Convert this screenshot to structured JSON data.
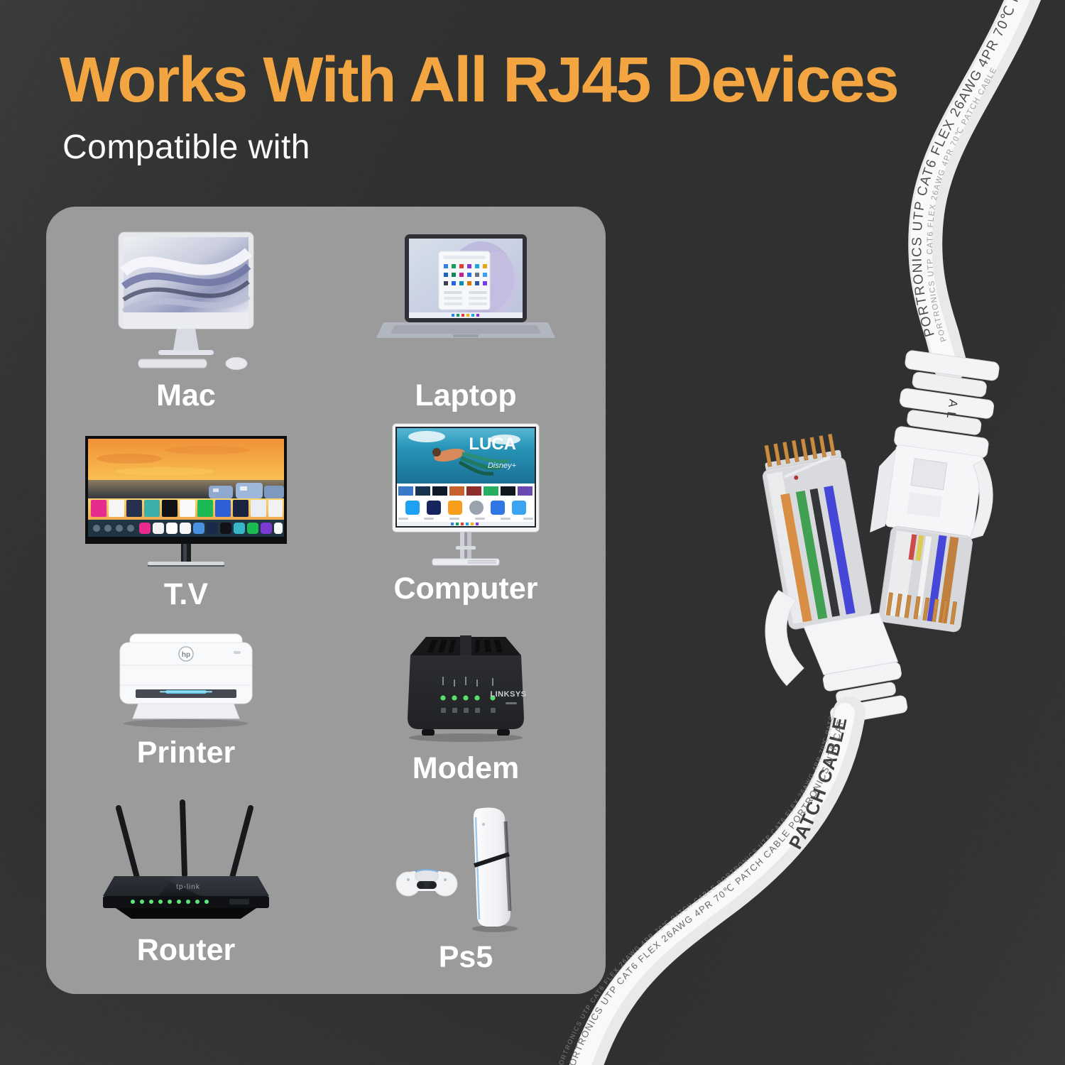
{
  "colors": {
    "background": "#2a2b2b",
    "accent_orange": "#f2a540",
    "panel_gray": "#9b9b9b",
    "label_white": "#ffffff",
    "cable_white": "#efefef"
  },
  "header": {
    "title": "Works With All RJ45 Devices",
    "subtitle": "Compatible with"
  },
  "panel": {
    "devices": [
      {
        "label": "Mac"
      },
      {
        "label": "Laptop"
      },
      {
        "label": "T.V"
      },
      {
        "label": "Computer"
      },
      {
        "label": "Printer"
      },
      {
        "label": "Modem"
      },
      {
        "label": "Router"
      },
      {
        "label": "Ps5"
      }
    ]
  },
  "device_details": {
    "computer_screen_title": "LUCA",
    "computer_screen_service": "Disney+",
    "printer_brand": "hp",
    "modem_brand": "LINKSYS",
    "router_brand": "tp-link"
  },
  "cable": {
    "print_text": "PORTRONICS UTP CAT6 FLEX 26AWG 4PR 70℃ PATCH CABLE",
    "patch_label": "PATCH CABLE",
    "boot_text": "AL"
  }
}
